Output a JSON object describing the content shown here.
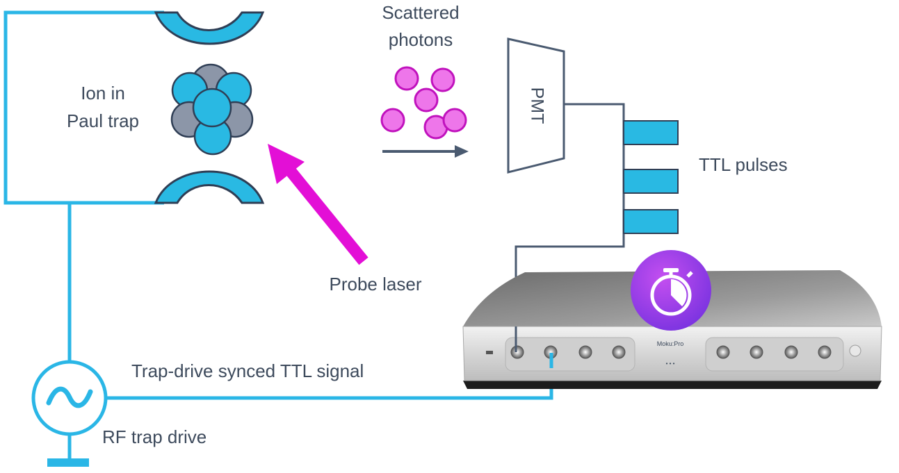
{
  "labels": {
    "ion": [
      "Ion in",
      "Paul trap"
    ],
    "scattered": [
      "Scattered",
      "photons"
    ],
    "pmt": "PMT",
    "ttl_pulses": "TTL pulses",
    "probe_laser": "Probe laser",
    "trap_sync": "Trap-drive synced TTL signal",
    "rf_drive": "RF trap drive",
    "device_brand": "Moku:Pro",
    "device_dots": "• • •"
  },
  "colors": {
    "cyan": "#29b9e3",
    "wire_cyan": "#2ab6e6",
    "gray_ion": "#8c96a8",
    "navy_outline": "#2f3e55",
    "magenta": "#e30fd6",
    "photon_fill": "#ee76ea",
    "photon_stroke": "#c012bd",
    "text": "#3d4a5c",
    "pmt_line": "#4a5a70",
    "timer_purple": "#8d3ee6"
  },
  "icons": {
    "timer": "stopwatch-icon",
    "sine": "sine-wave-icon",
    "ground": "ground-icon"
  }
}
